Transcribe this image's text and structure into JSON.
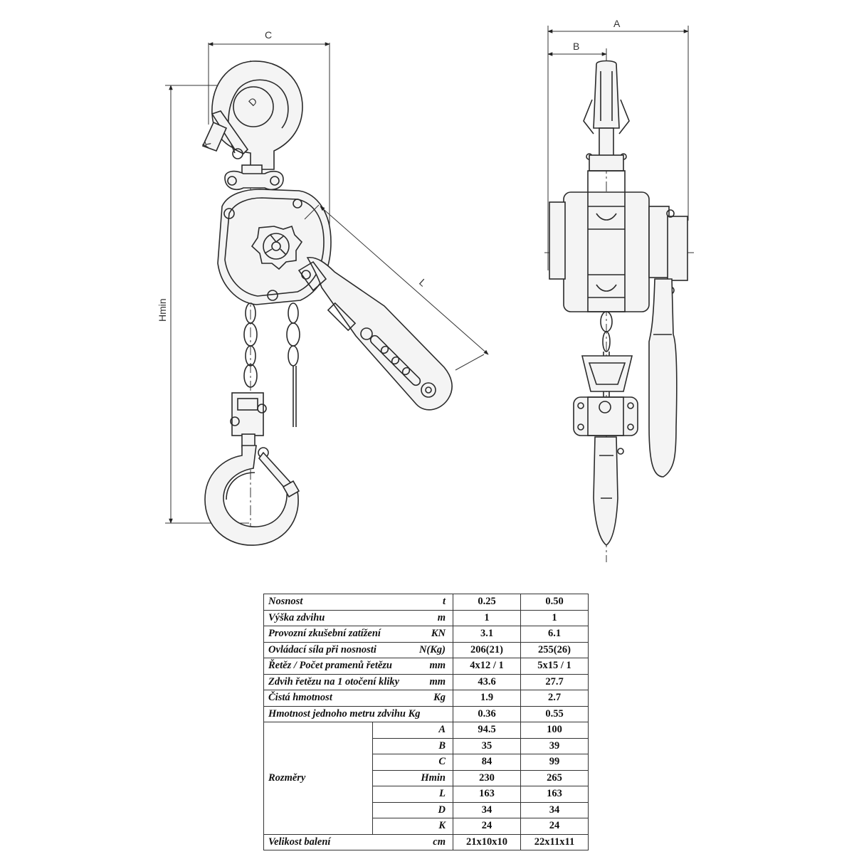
{
  "drawing": {
    "dim_labels": {
      "a": "A",
      "b": "B",
      "c": "C",
      "d": "D",
      "k": "K",
      "l": "L",
      "hmin": "Hmin"
    }
  },
  "table": {
    "header": {
      "label": "Nosnost",
      "unit": "t",
      "col1": "0.25",
      "col2": "0.50"
    },
    "rows": [
      {
        "label": "Výška zdvihu",
        "unit": "m",
        "v1": "1",
        "v2": "1"
      },
      {
        "label": "Provozní zkušební zatížení",
        "unit": "KN",
        "v1": "3.1",
        "v2": "6.1"
      },
      {
        "label": "Ovládací síla při nosnosti",
        "unit": "N(Kg)",
        "v1": "206(21)",
        "v2": "255(26)"
      },
      {
        "label": "Řetěz / Počet pramenů řetězu",
        "unit": "mm",
        "v1": "4x12 / 1",
        "v2": "5x15 / 1"
      },
      {
        "label": "Zdvih řetězu na 1 otočení kliky",
        "unit": "mm",
        "v1": "43.6",
        "v2": "27.7"
      },
      {
        "label": "Čistá hmotnost",
        "unit": "Kg",
        "v1": "1.9",
        "v2": "2.7"
      },
      {
        "label": "Hmotnost jednoho metru zdvihu Kg",
        "unit": "",
        "v1": "0.36",
        "v2": "0.55"
      }
    ],
    "dimensions_group": "Rozměry",
    "dimensions": [
      {
        "label": "A",
        "v1": "94.5",
        "v2": "100"
      },
      {
        "label": "B",
        "v1": "35",
        "v2": "39"
      },
      {
        "label": "C",
        "v1": "84",
        "v2": "99"
      },
      {
        "label": "Hmin",
        "v1": "230",
        "v2": "265"
      },
      {
        "label": "L",
        "v1": "163",
        "v2": "163"
      },
      {
        "label": "D",
        "v1": "34",
        "v2": "34"
      },
      {
        "label": "K",
        "v1": "24",
        "v2": "24"
      }
    ],
    "footer": {
      "label": "Velikost balení",
      "unit": "cm",
      "v1": "21x10x10",
      "v2": "22x11x11"
    }
  }
}
